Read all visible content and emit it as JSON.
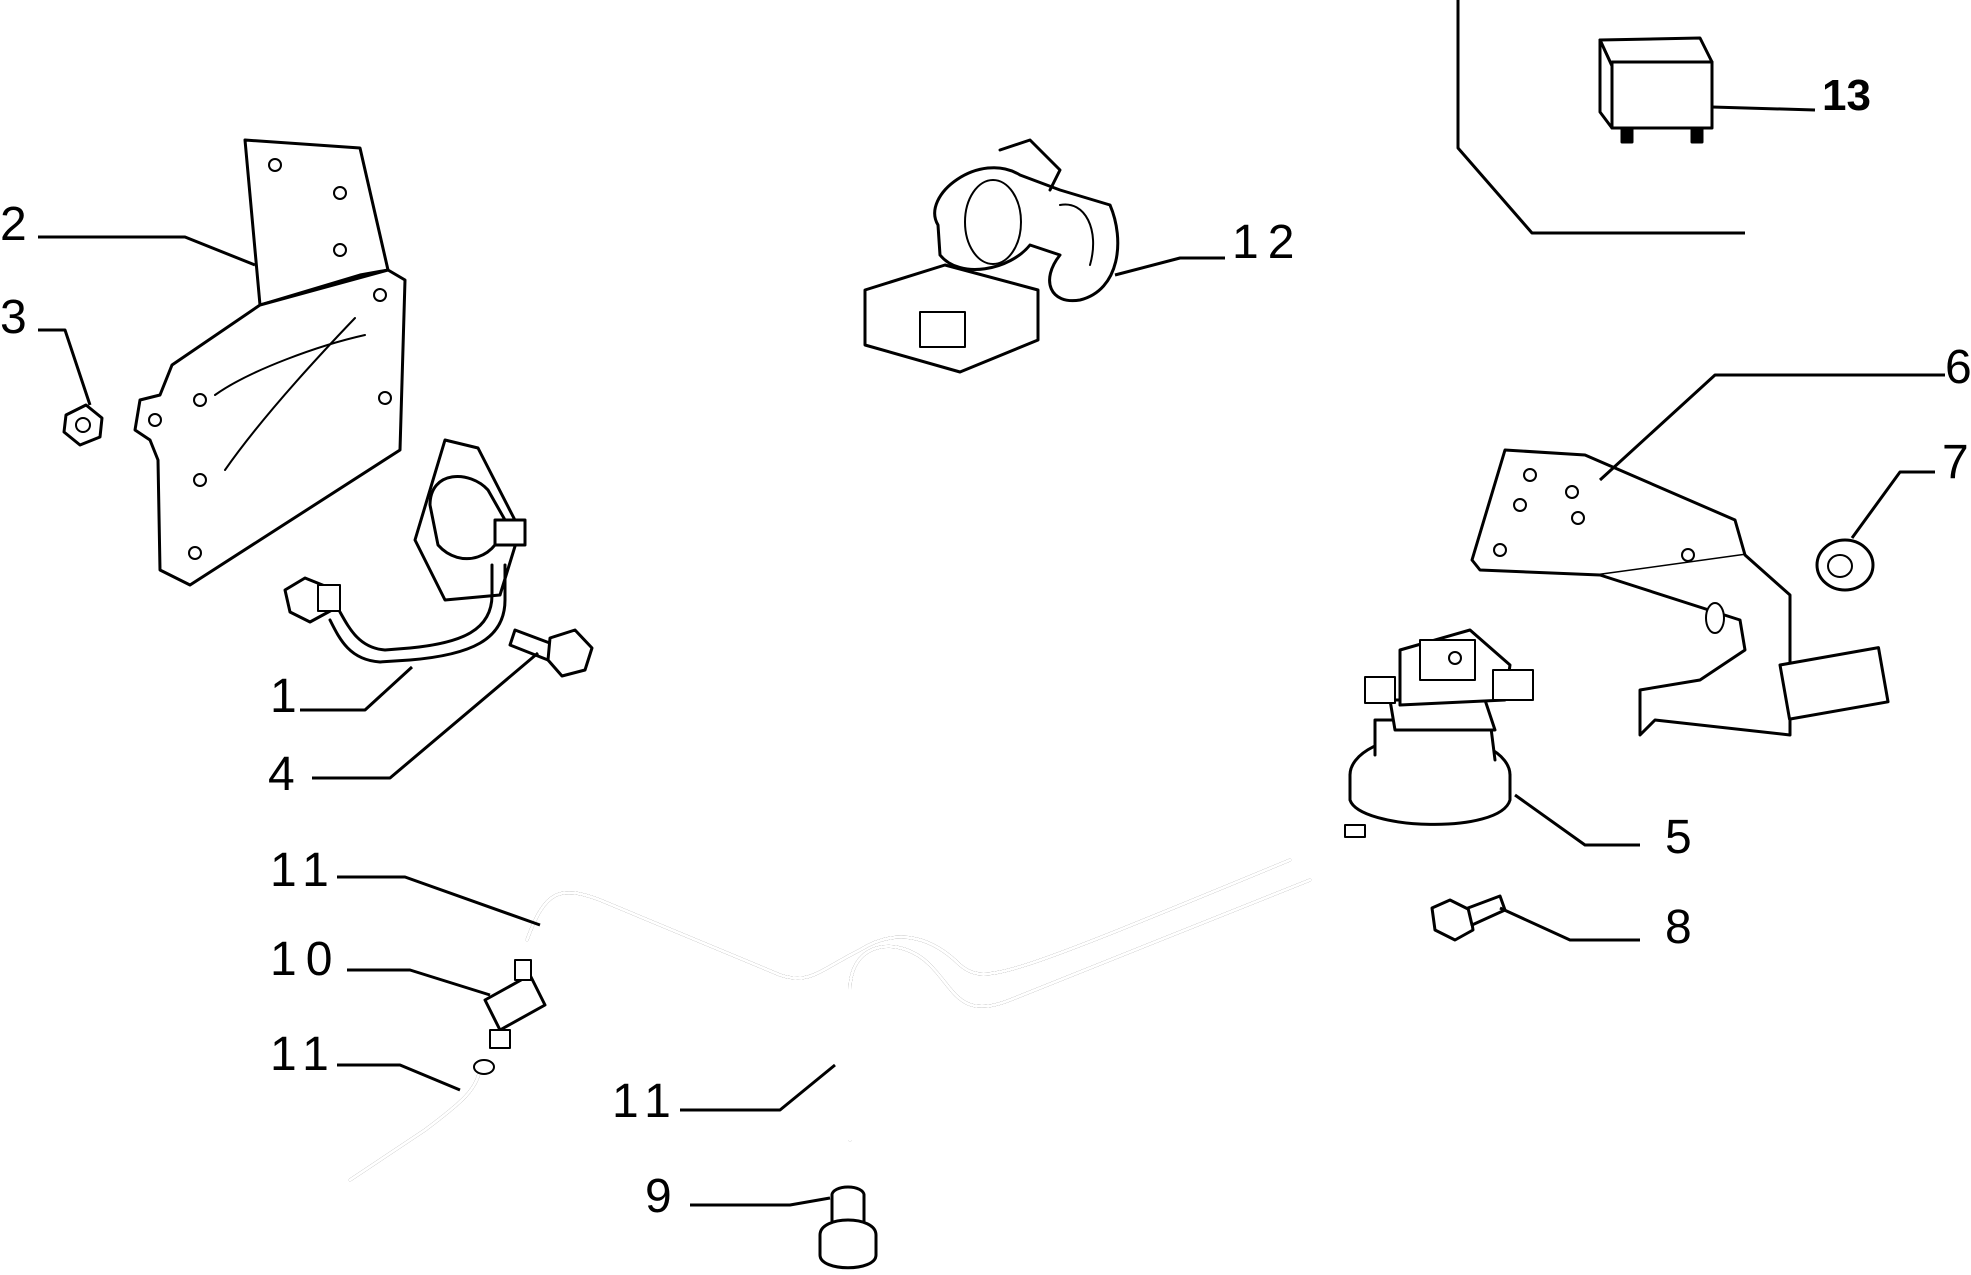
{
  "callouts": {
    "c1": "1",
    "c2": "2",
    "c3": "3",
    "c4": "4",
    "c5": "5",
    "c6": "6",
    "c7": "7",
    "c8": "8",
    "c9": "9",
    "c10": "10",
    "c11a": "11",
    "c11b": "11",
    "c11c": "11",
    "c12": "12",
    "c13": "13"
  }
}
